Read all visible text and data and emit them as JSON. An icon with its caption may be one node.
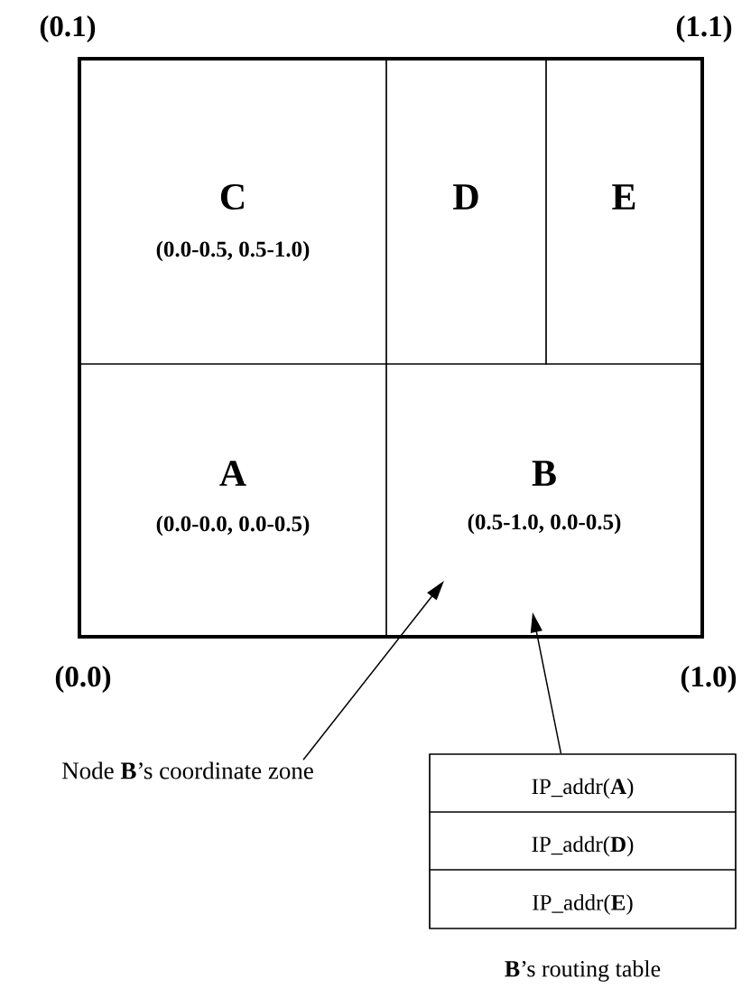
{
  "diagram": {
    "nodes": [
      {
        "text": [],
        "shape": "box"
      },
      {
        "text": [
          "C",
          "(0.0-0.5, 0.5-1.0)"
        ],
        "in": 0
      },
      {
        "text": [
          "D"
        ],
        "in": 0
      },
      {
        "text": [
          "E"
        ],
        "in": 0
      },
      {
        "text": [
          "A",
          "(0.0-0.0, 0.0-0.5)"
        ],
        "in": 0
      },
      {
        "text": [
          "B",
          "(0.5-1.0, 0.0-0.5)"
        ],
        "in": 0
      },
      {
        "text": [
          "Node **B**’s coordinate zone"
        ]
      },
      {
        "text": [],
        "shape": "box",
        "beside": [
          "**B**’s routing table"
        ]
      },
      {
        "text": [
          "IP_addr(**A**)"
        ],
        "in": 7
      },
      {
        "text": [
          "IP_addr(**D**)"
        ],
        "in": 7
      },
      {
        "text": [
          "IP_addr(**E**)"
        ],
        "in": 7
      }
    ],
    "edges": [
      {
        "from": 6,
        "to": 5,
        "arrow": "to"
      },
      {
        "from": 7,
        "to": 5,
        "arrow": "to"
      }
    ],
    "labels": [
      "(0.1)",
      "(1.1)",
      "(0.0)",
      "(1.0)"
    ]
  }
}
